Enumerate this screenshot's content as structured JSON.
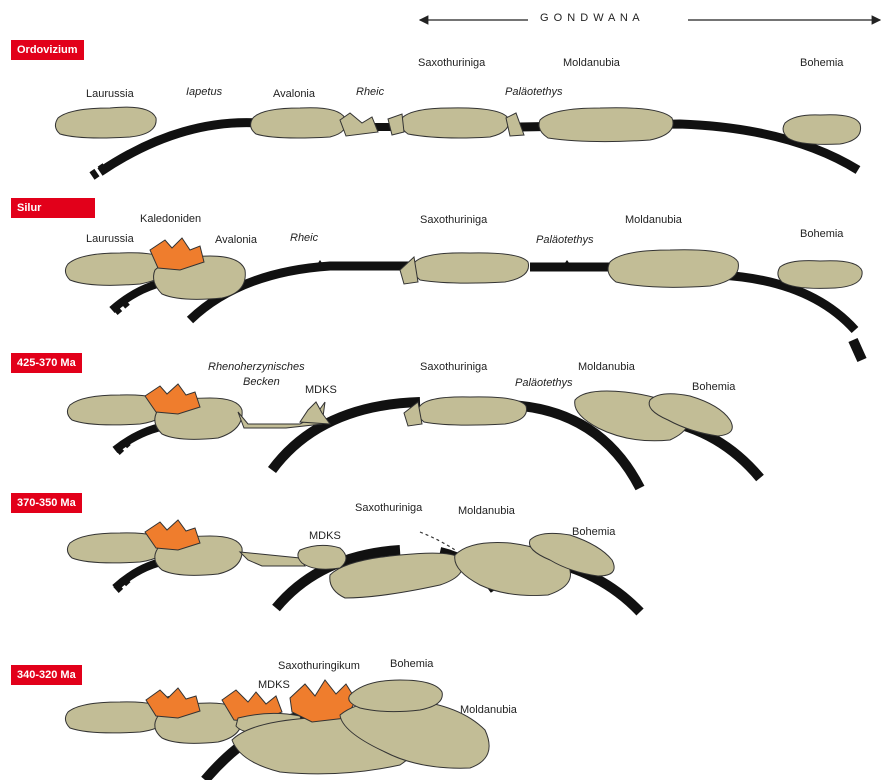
{
  "header": {
    "gondwana": "G O N D W A N A"
  },
  "stages": [
    {
      "label": "Ordovizium",
      "texts": {
        "laurussia": "Laurussia",
        "iapetus": "Iapetus",
        "avalonia": "Avalonia",
        "rheic": "Rheic",
        "saxothuringia": "Saxothuriniga",
        "moldanubia": "Moldanubia",
        "palaeotethys": "Paläotethys",
        "bohemia": "Bohemia"
      }
    },
    {
      "label": "Silur",
      "texts": {
        "kaledoniden": "Kaledoniden",
        "laurussia": "Laurussia",
        "avalonia": "Avalonia",
        "rheic": "Rheic",
        "saxothuringia": "Saxothuriniga",
        "moldanubia": "Moldanubia",
        "palaeotethys": "Paläotethys",
        "bohemia": "Bohemia"
      }
    },
    {
      "label": "425-370 Ma",
      "texts": {
        "rhenoherzynisches": "Rhenoherzynisches",
        "becken": "Becken",
        "mdks": "MDKS",
        "saxothuringia": "Saxothuriniga",
        "moldanubia": "Moldanubia",
        "palaeotethys": "Paläotethys",
        "bohemia": "Bohemia"
      }
    },
    {
      "label": "370-350 Ma",
      "texts": {
        "mdks": "MDKS",
        "saxothuringia": "Saxothuriniga",
        "moldanubia": "Moldanubia",
        "bohemia": "Bohemia"
      }
    },
    {
      "label": "340-320 Ma",
      "texts": {
        "mdks": "MDKS",
        "saxothuringikum": "Saxothuringikum",
        "bohemia": "Bohemia",
        "moldanubia": "Moldanubia"
      }
    }
  ],
  "colors": {
    "plate": "#c2bd96",
    "plate_stroke": "#333333",
    "orogen": "#ef7d2d",
    "slab": "#111111",
    "stage_label_bg": "#e2001a"
  }
}
